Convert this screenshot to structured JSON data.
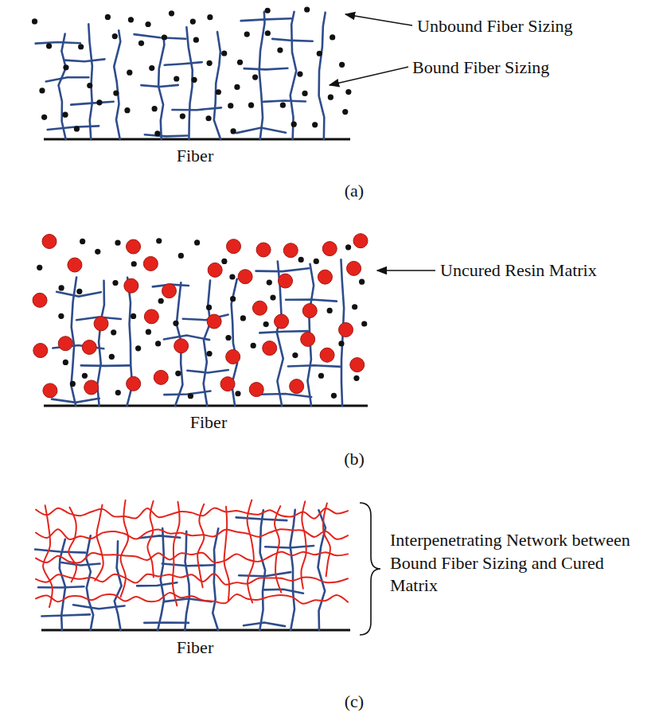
{
  "diagram": {
    "labels": [
      "Unbound Fiber Sizing",
      "Bound Fiber Sizing",
      "Fiber",
      "(a)",
      "Uncured Resin Matrix",
      "Fiber",
      "(b)",
      "Interpenetrating Network between Bound Fiber Sizing and Cured Matrix",
      "Fiber",
      "(c)"
    ]
  }
}
